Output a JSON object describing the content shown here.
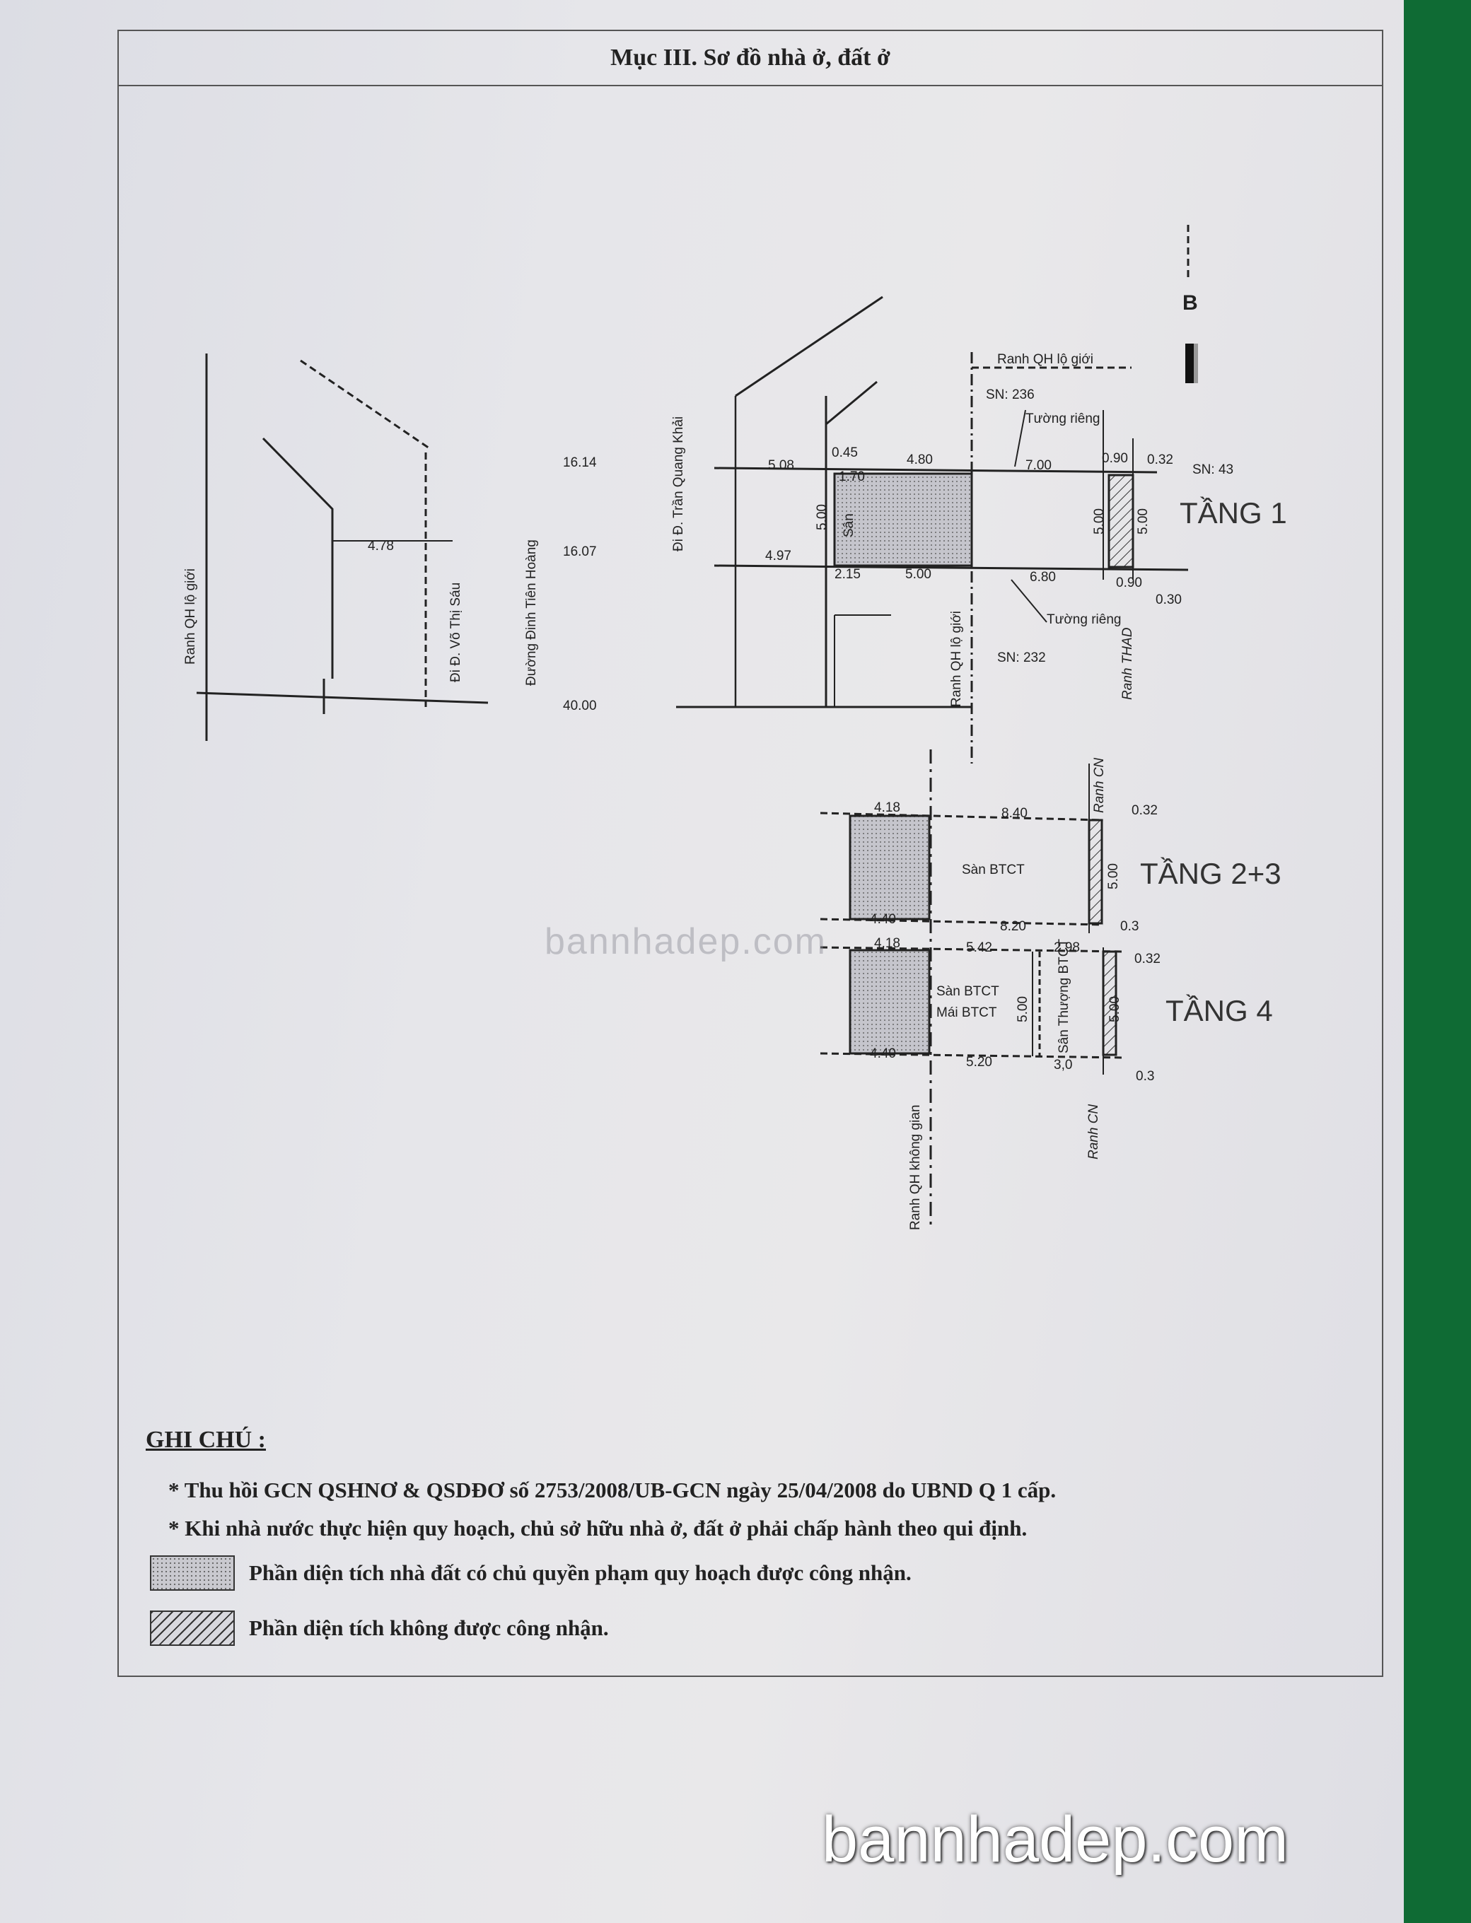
{
  "document": {
    "title": "Mục III. Sơ đồ nhà ở, đất ở"
  },
  "diagram": {
    "north_letter": "B",
    "site_plan": {
      "street_left": "Đi Đ. Võ Thị Sáu",
      "street_main": "Đường Đinh Tiên Hoàng",
      "street_top": "Đi Đ. Trần Quang Khải",
      "boundary_left": "Ranh QH lộ giới",
      "boundary_mid": "Ranh QH lộ giới",
      "boundary_top": "Ranh QH lộ giới",
      "dim_478": "4.78",
      "dim_1614": "16.14",
      "dim_1607": "16.07",
      "dim_4000": "40.00"
    },
    "floor1": {
      "label": "TẦNG 1",
      "sn_top": "SN: 236",
      "sn_right": "SN: 43",
      "sn_bottom": "SN: 232",
      "wall_top": "Tường riêng",
      "wall_bottom": "Tường riêng",
      "ranh_thad": "Ranh THAD",
      "san": "Sân",
      "dims": {
        "d045": "0.45",
        "d480": "4.80",
        "d508": "5.08",
        "d170": "1.70",
        "d700": "7.00",
        "d090a": "0.90",
        "d032": "0.32",
        "d500a": "5.00",
        "d500b": "5.00",
        "d500c": "5.00",
        "d497": "4.97",
        "d215": "2.15",
        "d500d": "5.00",
        "d680": "6.80",
        "d090b": "0.90",
        "d030": "0.30"
      }
    },
    "floor23": {
      "label": "TẦNG 2+3",
      "slab": "Sàn BTCT",
      "ranh_cn": "Ranh CN",
      "dims": {
        "d418": "4.18",
        "d840": "8.40",
        "d032": "0.32",
        "d500": "5.00",
        "d440": "4.40",
        "d820": "8.20",
        "d030": "0.3"
      }
    },
    "floor4": {
      "label": "TẦNG 4",
      "slab1": "Sàn BTCT",
      "slab2": "Mái BTCT",
      "terrace": "Sân Thượng BTCT",
      "ranh_cn": "Ranh CN",
      "boundary": "Ranh QH không gian",
      "dims": {
        "d418": "4.18",
        "d542": "5.42",
        "d298": "2.98",
        "d032": "0.32",
        "d500a": "5.00",
        "d500b": "5.00",
        "d440": "4.40",
        "d520": "5.20",
        "d30": "3,0",
        "d03": "0.3"
      }
    }
  },
  "notes": {
    "heading": "GHI CHÚ :",
    "line1": "* Thu hồi GCN QSHNƠ & QSDĐƠ số 2753/2008/UB-GCN ngày 25/04/2008 do UBND Q 1 cấp.",
    "line2": "* Khi nhà nước thực hiện quy hoạch, chủ sở hữu nhà ở, đất ở phải chấp hành theo qui định.",
    "legend1": "Phần diện tích nhà đất có chủ quyền phạm quy hoạch được công nhận.",
    "legend2": "Phần diện tích không được công nhận."
  },
  "watermarks": {
    "mid": "bannhadep.com",
    "bottom": "bannhadep.com"
  }
}
